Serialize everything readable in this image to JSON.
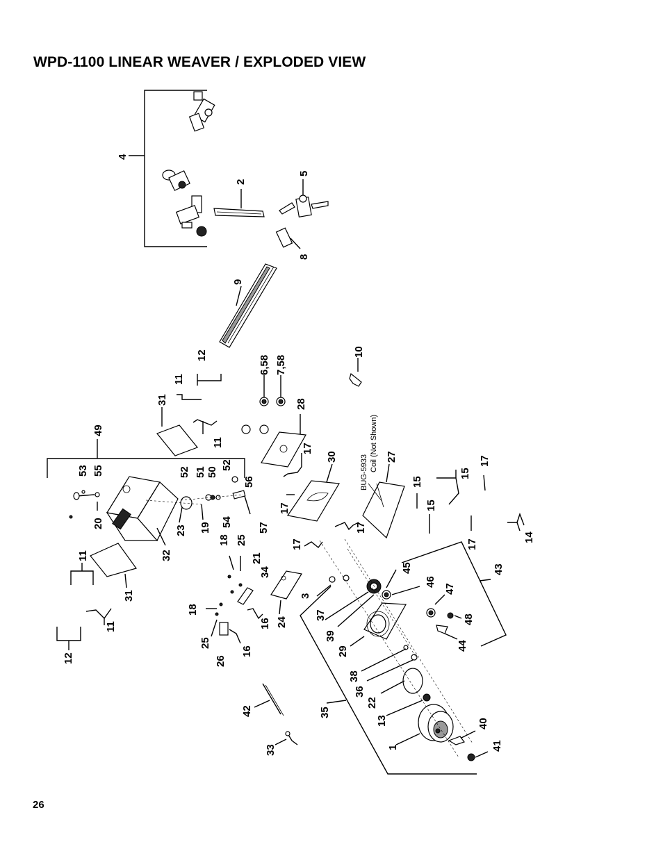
{
  "page": {
    "title": "WPD-1100 LINEAR WEAVER / EXPLODED VIEW",
    "page_number": "26"
  },
  "callouts": {
    "c1": "1",
    "c2": "2",
    "c3": "3",
    "c4": "4",
    "c5": "5",
    "c6_58": "6,58",
    "c7_58": "7,58",
    "c8": "8",
    "c9": "9",
    "c10": "10",
    "c11a": "11",
    "c11b": "11",
    "c11c": "11",
    "c11d": "11",
    "c12a": "12",
    "c12b": "12",
    "c13": "13",
    "c14": "14",
    "c15a": "15",
    "c15b": "15",
    "c15c": "15",
    "c16a": "16",
    "c16b": "16",
    "c17a": "17",
    "c17b": "17",
    "c17c": "17",
    "c17d": "17",
    "c17e": "17",
    "c17f": "17",
    "c18a": "18",
    "c18b": "18",
    "c19": "19",
    "c20": "20",
    "c21": "21",
    "c22": "22",
    "c23": "23",
    "c24": "24",
    "c25a": "25",
    "c25b": "25",
    "c26": "26",
    "c27": "27",
    "c28": "28",
    "c29": "29",
    "c30": "30",
    "c31a": "31",
    "c31b": "31",
    "c32": "32",
    "c33": "33",
    "c34": "34",
    "c35": "35",
    "c36": "36",
    "c37": "37",
    "c38": "38",
    "c39": "39",
    "c40": "40",
    "c41": "41",
    "c42": "42",
    "c43": "43",
    "c44": "44",
    "c45": "45",
    "c46": "46",
    "c47": "47",
    "c48": "48",
    "c49": "49",
    "c50": "50",
    "c51": "51",
    "c52a": "52",
    "c52b": "52",
    "c53": "53",
    "c54": "54",
    "c55": "55",
    "c56": "56",
    "c57": "57"
  },
  "notes": {
    "bug": "BUG-5933",
    "coil": "Coil (Not Shown)"
  }
}
